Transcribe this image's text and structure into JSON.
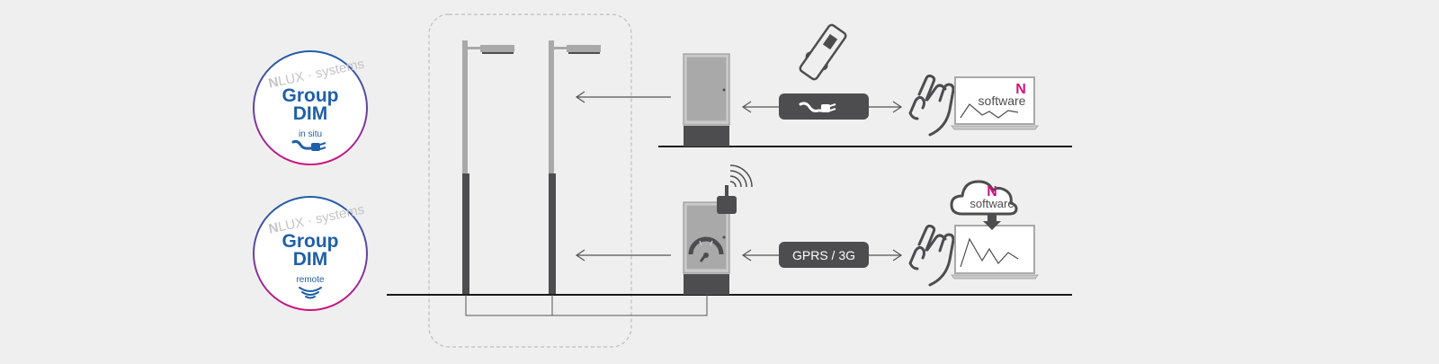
{
  "colors": {
    "background": "#efefef",
    "dark": "#4d4d4f",
    "mid_gray": "#a6a6a6",
    "light_gray": "#c8c8c8",
    "blue": "#1f5fa8",
    "magenta": "#d1117f"
  },
  "badges": [
    {
      "brand_n": "N",
      "brand_rest": "LUX · systems",
      "line1": "Group",
      "line2": "DIM",
      "mode": "in situ",
      "icon": "plug-icon"
    },
    {
      "brand_n": "N",
      "brand_rest": "LUX · systems",
      "line1": "Group",
      "line2": "DIM",
      "mode": "remote",
      "icon": "wireless-icon"
    }
  ],
  "connection": {
    "remote_label": "GPRS / 3G",
    "insitu_icon": "cable-plug-icon"
  },
  "software": {
    "logo_letter": "N",
    "label": "software"
  },
  "icons": {
    "handheld": "handheld-device-icon",
    "hand": "pointing-hand-icon",
    "cloud": "cloud-icon",
    "antenna": "antenna-signal-icon",
    "gauge": "meter-gauge-icon",
    "laptop": "laptop-icon",
    "streetlight": "street-light-icon",
    "cabinet": "control-cabinet-icon"
  }
}
